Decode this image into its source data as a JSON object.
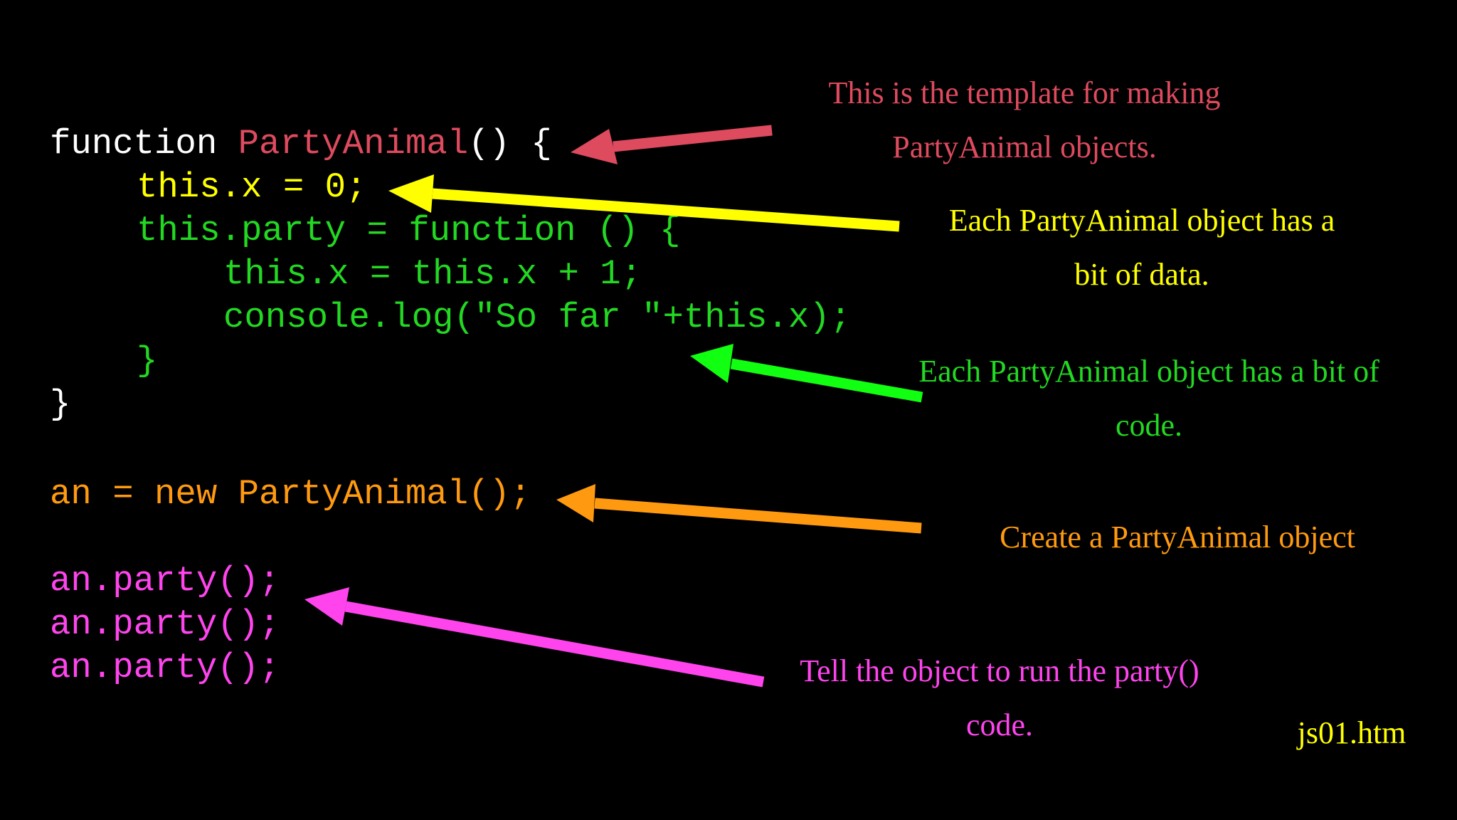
{
  "colors": {
    "background": "#000000",
    "white": "#ffffff",
    "red": "#de4a5e",
    "yellow": "#ffff00",
    "green": "#22d822",
    "arrow_green": "#11ff11",
    "orange": "#ff9a10",
    "magenta": "#ff44ee"
  },
  "code": {
    "l1_keyword": "function ",
    "l1_name": "PartyAnimal",
    "l1_rest": "() {",
    "l2": "this.x = 0;",
    "l3": "this.party = function () {",
    "l4": "this.x = this.x + 1;",
    "l5": "console.log(\"So far \"+this.x);",
    "l6": "}",
    "l7": "}",
    "l8": "an = new PartyAnimal();",
    "l9": "an.party();",
    "l10": "an.party();",
    "l11": "an.party();"
  },
  "notes": {
    "template": [
      "This is the template for making",
      "PartyAnimal objects."
    ],
    "data": [
      "Each PartyAnimal object has a",
      "bit of data."
    ],
    "code": [
      "Each PartyAnimal object has a bit of",
      "code."
    ],
    "create": "Create a PartyAnimal object",
    "run": [
      "Tell the object to run the party()",
      "code."
    ],
    "filename": "js01.htm"
  },
  "arrows": [
    {
      "name": "template-arrow",
      "color": "#de4a5e"
    },
    {
      "name": "data-arrow",
      "color": "#ffff00"
    },
    {
      "name": "code-arrow",
      "color": "#11ff11"
    },
    {
      "name": "create-arrow",
      "color": "#ff9a10"
    },
    {
      "name": "run-arrow",
      "color": "#ff44ee"
    }
  ]
}
